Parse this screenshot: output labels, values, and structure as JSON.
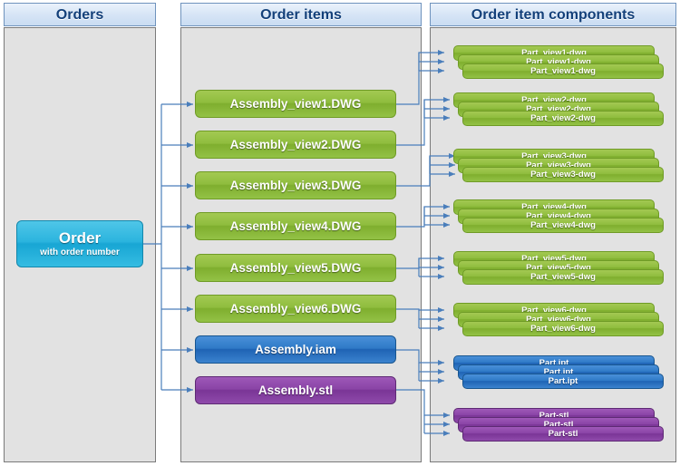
{
  "columns": [
    {
      "id": "orders",
      "title": "Orders"
    },
    {
      "id": "order_items",
      "title": "Order items"
    },
    {
      "id": "order_item_components",
      "title": "Order item components"
    }
  ],
  "order": {
    "title": "Order",
    "subtitle": "with order number"
  },
  "order_items": [
    {
      "label": "Assembly_view1.DWG",
      "type": "green"
    },
    {
      "label": "Assembly_view2.DWG",
      "type": "green"
    },
    {
      "label": "Assembly_view3.DWG",
      "type": "green"
    },
    {
      "label": "Assembly_view4.DWG",
      "type": "green"
    },
    {
      "label": "Assembly_view5.DWG",
      "type": "green"
    },
    {
      "label": "Assembly_view6.DWG",
      "type": "green"
    },
    {
      "label": "Assembly.iam",
      "type": "blue"
    },
    {
      "label": "Assembly.stl",
      "type": "purple"
    }
  ],
  "component_groups": [
    {
      "type": "green",
      "items": [
        "Part_view1-dwg",
        "Part_view1-dwg",
        "Part_view1-dwg"
      ]
    },
    {
      "type": "green",
      "items": [
        "Part_view2-dwg",
        "Part_view2-dwg",
        "Part_view2-dwg"
      ]
    },
    {
      "type": "green",
      "items": [
        "Part_view3-dwg",
        "Part_view3-dwg",
        "Part_view3-dwg"
      ]
    },
    {
      "type": "green",
      "items": [
        "Part_view4-dwg",
        "Part_view4-dwg",
        "Part_view4-dwg"
      ]
    },
    {
      "type": "green",
      "items": [
        "Part_view5-dwg",
        "Part_view5-dwg",
        "Part_view5-dwg"
      ]
    },
    {
      "type": "green",
      "items": [
        "Part_view6-dwg",
        "Part_view6-dwg",
        "Part_view6-dwg"
      ]
    },
    {
      "type": "blue",
      "items": [
        "Part.ipt",
        "Part.ipt",
        "Part.ipt"
      ]
    },
    {
      "type": "purple",
      "items": [
        "Part-stl",
        "Part-stl",
        "Part-stl"
      ]
    }
  ],
  "colors": {
    "green": "#8fbd3e",
    "blue": "#2f7ac7",
    "purple": "#8a44a6",
    "cyan": "#2bb4de",
    "panel": "#e2e2e2",
    "panel_border": "#7a7a7a",
    "header_text": "#13407a",
    "connector": "#4a7ebb"
  }
}
